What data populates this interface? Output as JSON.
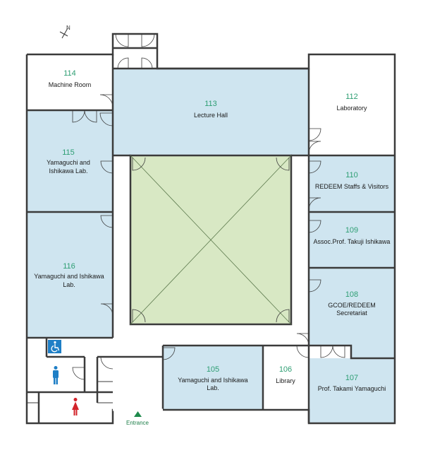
{
  "rooms": {
    "r114": {
      "number": "114",
      "name": "Machine Room"
    },
    "r113": {
      "number": "113",
      "name": "Lecture Hall"
    },
    "r112": {
      "number": "112",
      "name": "Laboratory"
    },
    "r115": {
      "number": "115",
      "name_line1": "Yamaguchi and",
      "name_line2": "Ishikawa Lab."
    },
    "r110": {
      "number": "110",
      "name": "REDEEM Staffs & Visitors"
    },
    "r109": {
      "number": "109",
      "name": "Assoc.Prof. Takuji Ishikawa"
    },
    "r116": {
      "number": "116",
      "name_line1": "Yamaguchi and Ishikawa",
      "name_line2": "Lab."
    },
    "r108": {
      "number": "108",
      "name_line1": "GCOE/REDEEM",
      "name_line2": "Secretariat"
    },
    "r105": {
      "number": "105",
      "name_line1": "Yamaguchi and Ishikawa",
      "name_line2": "Lab."
    },
    "r106": {
      "number": "106",
      "name": "Library"
    },
    "r107": {
      "number": "107",
      "name": "Prof. Takami Yamaguchi"
    }
  },
  "compass": {
    "label": "N"
  },
  "entrance": {
    "label": "Entrance"
  },
  "icons": [
    "north-arrow-icon",
    "wheelchair-icon",
    "male-restroom-icon",
    "female-restroom-icon",
    "entrance-arrow-icon"
  ],
  "colors": {
    "office": "#cfe5f0",
    "courtyard": "#d8e8c4",
    "room_number": "#2e9e73",
    "accessible": "#1f7fc6",
    "male": "#1f7fc6",
    "female": "#d2232a",
    "entrance": "#1f8a4c"
  }
}
